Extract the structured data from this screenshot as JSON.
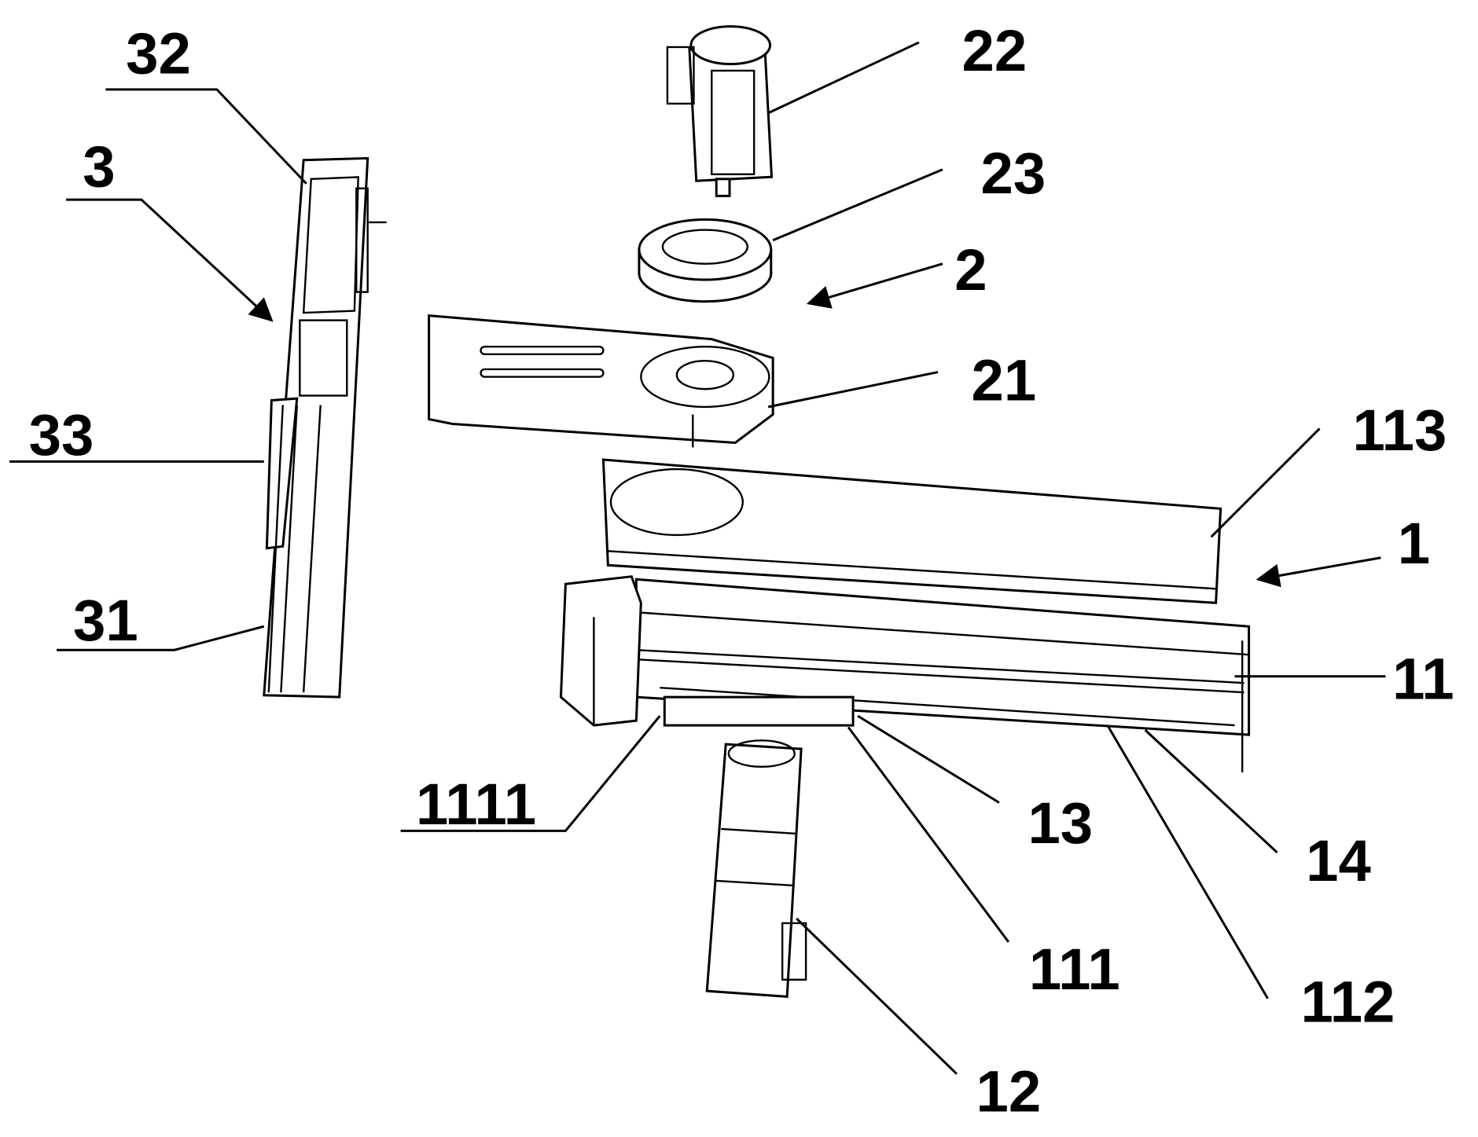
{
  "figure": {
    "labels": {
      "l32": "32",
      "l3": "3",
      "l33": "33",
      "l31": "31",
      "l22": "22",
      "l23": "23",
      "l2": "2",
      "l21": "21",
      "l113": "113",
      "l1": "1",
      "l11": "11",
      "l14": "14",
      "l112": "112",
      "l13": "13",
      "l111": "111",
      "l1111": "1111",
      "l12": "12"
    }
  }
}
